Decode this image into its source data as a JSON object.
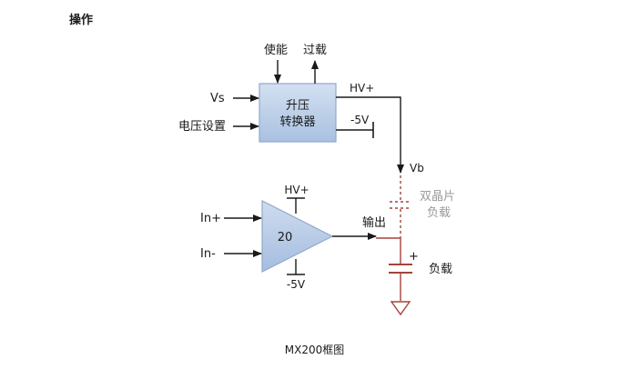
{
  "heading": "操作",
  "caption": "MX200框图",
  "boost": {
    "line1": "升压",
    "line2": "转换器",
    "enable": "使能",
    "overload": "过载",
    "vs": "Vs",
    "pv": "电压设置",
    "hv": "HV+",
    "neg": "-5V",
    "vb": "Vb"
  },
  "amp": {
    "gain": "20",
    "in_plus": "In+",
    "in_minus": "In-",
    "hv": "HV+",
    "neg": "-5V",
    "output": "输出"
  },
  "load": {
    "dual_line1": "双晶片",
    "dual_line2": "负载",
    "load": "负载",
    "plus": "+"
  },
  "colors": {
    "block_fill": "#b9cde6",
    "block_stroke": "#8fa9cc",
    "load_red": "#a3443a",
    "grey_text": "#9a9a9a"
  }
}
